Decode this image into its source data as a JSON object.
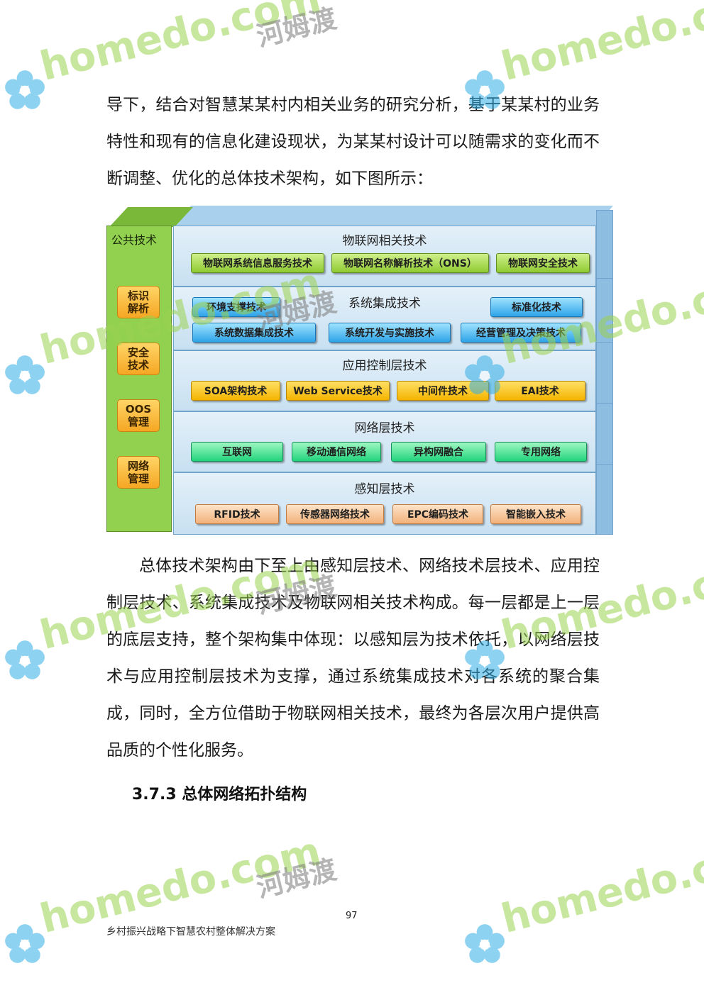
{
  "paragraph_1": "导下，结合对智慧某某村内相关业务的研究分析，基于某某村的业务特性和现有的信息化建设现状，为某某村设计可以随需求的变化而不断调整、优化的总体技术架构，如下图所示：",
  "diagram": {
    "public_column": {
      "title": "公共技术",
      "items": [
        "标识\n解析",
        "安全\n技术",
        "OOS\n管理",
        "网络\n管理"
      ]
    },
    "layers": [
      {
        "title": "物联网相关技术",
        "items": [
          "物联网系统信息服务技术",
          "物联网名称解析技术（ONS）",
          "物联网安全技术"
        ]
      },
      {
        "title": "系统集成技术",
        "items": [
          "环境支撑技术",
          "标准化技术",
          "系统数据集成技术",
          "系统开发与实施技术",
          "经营管理及决策技术"
        ]
      },
      {
        "title": "应用控制层技术",
        "items": [
          "SOA架构技术",
          "Web Service技术",
          "中间件技术",
          "EAI技术"
        ]
      },
      {
        "title": "网络层技术",
        "items": [
          "互联网",
          "移动通信网络",
          "异构网融合",
          "专用网络"
        ]
      },
      {
        "title": "感知层技术",
        "items": [
          "RFID技术",
          "传感器网络技术",
          "EPC编码技术",
          "智能嵌入技术"
        ]
      }
    ]
  },
  "paragraph_2": "总体技术架构由下至上由感知层技术、网络技术层技术、应用控制层技术、系统集成技术及物联网相关技术构成。每一层都是上一层的底层支持，整个架构集中体现：以感知层为技术依托，以网络层技术与应用控制层技术为支撑，通过系统集成技术对各系统的聚合集成，同时，全方位借助于物联网相关技术，最终为各层次用户提供高品质的个性化服务。",
  "section_heading": "3.7.3 总体网络拓扑结构",
  "page_number": "97",
  "footer_title": "乡村振兴战略下智慧农村整体解决方案",
  "watermark": {
    "text": "homedo.com",
    "cn": "河姆渡",
    "icon": "flower-icon"
  }
}
